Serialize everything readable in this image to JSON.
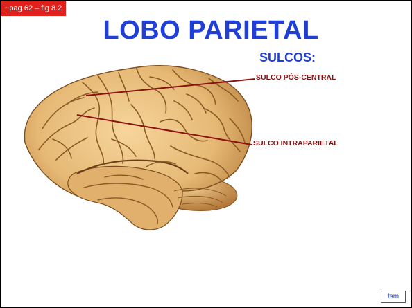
{
  "slide": {
    "reference": "~pag 62 – fig 8.2",
    "title": "LOBO PARIETAL",
    "subtitle": "SULCOS:",
    "labels": {
      "postcentral": "SULCO PÓS-CENTRAL",
      "intraparietal": "SULCO INTRAPARIETAL"
    },
    "tag": "tsm"
  },
  "colors": {
    "title": "#1f3fd6",
    "label": "#8b1010",
    "leader_line": "#8b1010",
    "reference_bg": "#e0201b",
    "brain_base": "#e6b975",
    "brain_sulcus": "#8a5a26"
  }
}
